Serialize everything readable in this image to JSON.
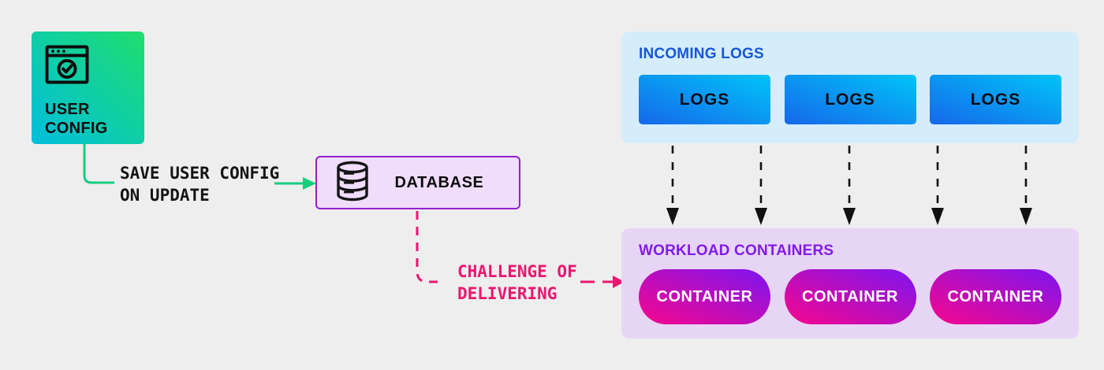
{
  "colors": {
    "background": "#efeeee",
    "green_accent": "#15ce7f",
    "pink_accent": "#e9176f",
    "black_arrow": "#111111",
    "incoming_title_blue": "#1657db",
    "workload_title_purple": "#801be8",
    "user_config_gradient": [
      "#00bedd",
      "#1fde6e"
    ],
    "logs_gradient": [
      "#1668ea",
      "#00c4f8"
    ],
    "container_gradient": [
      "#f7068d",
      "#7c15f0"
    ],
    "incoming_panel_bg": "#d5edfb",
    "workload_panel_bg": "#e7d5f6",
    "database_fill": "#f0dcfb",
    "database_border": "#941fd0"
  },
  "user_config": {
    "label": "USER CONFIG",
    "icon": "browser-check-icon"
  },
  "save_annotation": {
    "text": "SAVE USER CONFIG\nON UPDATE"
  },
  "database": {
    "label": "DATABASE",
    "icon": "database-icon"
  },
  "challenge_annotation": {
    "text": "CHALLENGE OF\nDELIVERING"
  },
  "incoming_logs": {
    "title": "INCOMING LOGS",
    "boxes": [
      "LOGS",
      "LOGS",
      "LOGS"
    ]
  },
  "workload_containers": {
    "title": "WORKLOAD CONTAINERS",
    "containers": [
      "CONTAINER",
      "CONTAINER",
      "CONTAINER"
    ]
  }
}
